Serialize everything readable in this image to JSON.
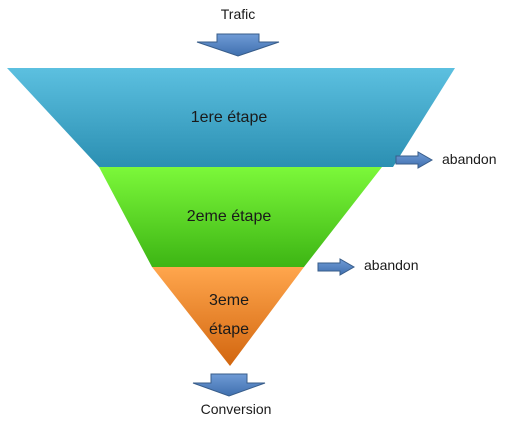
{
  "diagram": {
    "top_label": "Trafic",
    "bottom_label": "Conversion",
    "stages": [
      {
        "lines": [
          "1ere étape"
        ],
        "color_top": "#5cc0e0",
        "color_bottom": "#2b8fb2"
      },
      {
        "lines": [
          "2eme étape"
        ],
        "color_top": "#7cf83a",
        "color_bottom": "#3db514"
      },
      {
        "lines": [
          "3eme",
          "étape"
        ],
        "color_top": "#ffa64d",
        "color_bottom": "#d2660f"
      }
    ],
    "exits": [
      {
        "label": "abandon"
      },
      {
        "label": "abandon"
      }
    ],
    "arrow_color": "#4a7ebb",
    "arrow_outline": "#385d8a"
  }
}
